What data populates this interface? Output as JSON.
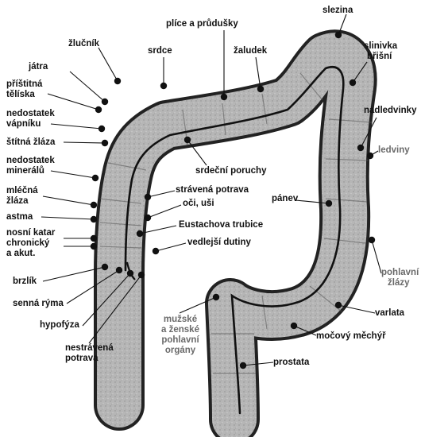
{
  "colors": {
    "colon_fill": "#b4b4b4",
    "colon_edge": "#202020",
    "line": "#111111",
    "faded_label": "#6a6a6a"
  },
  "labels": {
    "slezina": "slezina",
    "plice": "plíce a průdušky",
    "zlucnik": "žlučník",
    "srdce": "srdce",
    "zaludek": "žaludek",
    "slinivka1": "slinivka",
    "slinivka2": "břišní",
    "jatra": "játra",
    "pristitna1": "příštitná",
    "pristitna2": "tělíska",
    "nedostatek_vap1": "nedostatek",
    "nedostatek_vap2": "vápníku",
    "nadledvinky": "nadledvinky",
    "stitna": "štítná žláza",
    "ledviny": "ledviny",
    "nedostatek_min1": "nedostatek",
    "nedostatek_min2": "minerálů",
    "srdecni": "srdeční poruchy",
    "mlecna1": "mléčná",
    "mlecna2": "žláza",
    "stravena": "strávená potrava",
    "pANEV": "pánev",
    "oci": "oči, uši",
    "astma": "astma",
    "eustachova": "Eustachova trubice",
    "nosni1": "nosní katar",
    "nosni2": "chronický",
    "nosni3": "a akut.",
    "vedlejsi": "vedlejší dutiny",
    "pohlavni_zl1": "pohlavní",
    "pohlavni_zl2": "žlázy",
    "brzlik": "brzlík",
    "senna": "senná rýma",
    "varlata": "varlata",
    "hypofyza": "hypofýza",
    "muzske1": "mužské",
    "muzske2": "a ženské",
    "muzske3": "pohlavní",
    "muzske4": "orgány",
    "mocovy": "močový měchýř",
    "nestravena1": "nestrávená",
    "nestravena2": "potrava",
    "prostata": "prostata"
  }
}
